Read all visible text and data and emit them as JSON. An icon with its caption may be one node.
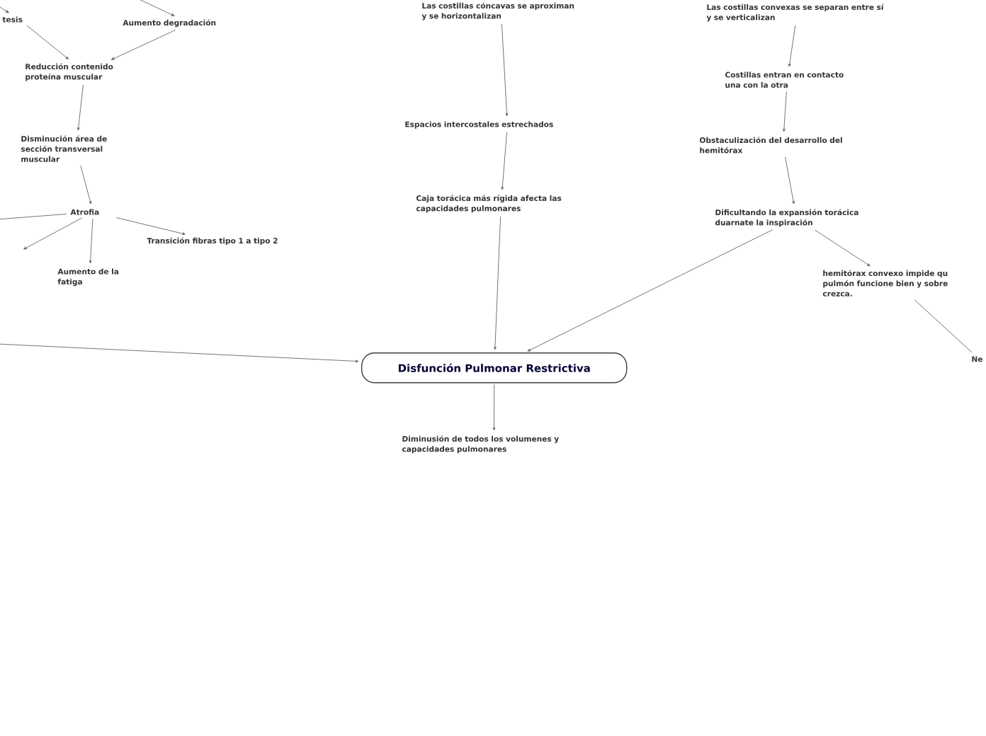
{
  "diagram": {
    "nodes": [
      {
        "text": [
          "tesis"
        ]
      },
      {
        "text": [
          "Aumento degradación"
        ]
      },
      {
        "text": [
          "Reducción contenido proteína muscular"
        ]
      },
      {
        "text": [
          "Disminución área de sección transversal muscular"
        ]
      },
      {
        "text": [
          "Atrofia"
        ]
      },
      {
        "text": [
          "Transición fibras tipo 1 a tipo 2"
        ]
      },
      {
        "text": [
          "Aumento de la fatiga"
        ]
      },
      {
        "text": [
          "Las costillas cóncavas se aproximan y se horizontalizan"
        ]
      },
      {
        "text": [
          "Espacios intercostales estrechados"
        ]
      },
      {
        "text": [
          "Caja torácica más rígida afecta las capacidades pulmonares"
        ]
      },
      {
        "text": [
          "Las costillas convexas se separan entre sí y se verticalizan"
        ]
      },
      {
        "text": [
          "Costillas entran en contacto una con la otra"
        ]
      },
      {
        "text": [
          "Obstaculización del desarrollo del hemitórax"
        ]
      },
      {
        "text": [
          "Dificultando la expansión torácica duarnate la inspiración"
        ]
      },
      {
        "text": [
          "hemitórax convexo impide qu pulmón funcione bien y sobre crezca."
        ]
      },
      {
        "text": [
          "Disfunción Pulmonar Restrictiva"
        ]
      },
      {
        "text": [
          "Diminusión de todos los volumenes y capacidades pulmonares"
        ]
      },
      {
        "text": [
          "Ne"
        ]
      }
    ],
    "edges": [
      {
        "from": null,
        "to": 0,
        "arrow": "to"
      },
      {
        "from": null,
        "to": 1,
        "arrow": "to"
      },
      {
        "from": 0,
        "to": 2,
        "arrow": "to"
      },
      {
        "from": 1,
        "to": 2,
        "arrow": "to"
      },
      {
        "from": 2,
        "to": 3,
        "arrow": "to"
      },
      {
        "from": 3,
        "to": 4,
        "arrow": "to"
      },
      {
        "from": 4,
        "to": null,
        "arrow": "none"
      },
      {
        "from": 4,
        "to": null,
        "arrow": "to"
      },
      {
        "from": 4,
        "to": 5,
        "arrow": "to"
      },
      {
        "from": 4,
        "to": 6,
        "arrow": "to"
      },
      {
        "from": 7,
        "to": 8,
        "arrow": "to"
      },
      {
        "from": 8,
        "to": 9,
        "arrow": "to"
      },
      {
        "from": 9,
        "to": 15,
        "arrow": "to"
      },
      {
        "from": 10,
        "to": 11,
        "arrow": "to"
      },
      {
        "from": 11,
        "to": 12,
        "arrow": "to"
      },
      {
        "from": 12,
        "to": 13,
        "arrow": "to"
      },
      {
        "from": 13,
        "to": 15,
        "arrow": "to"
      },
      {
        "from": 13,
        "to": 14,
        "arrow": "to"
      },
      {
        "from": 14,
        "to": 17,
        "arrow": "none"
      },
      {
        "from": null,
        "to": 15,
        "arrow": "to"
      },
      {
        "from": 15,
        "to": 16,
        "arrow": "to"
      }
    ]
  }
}
